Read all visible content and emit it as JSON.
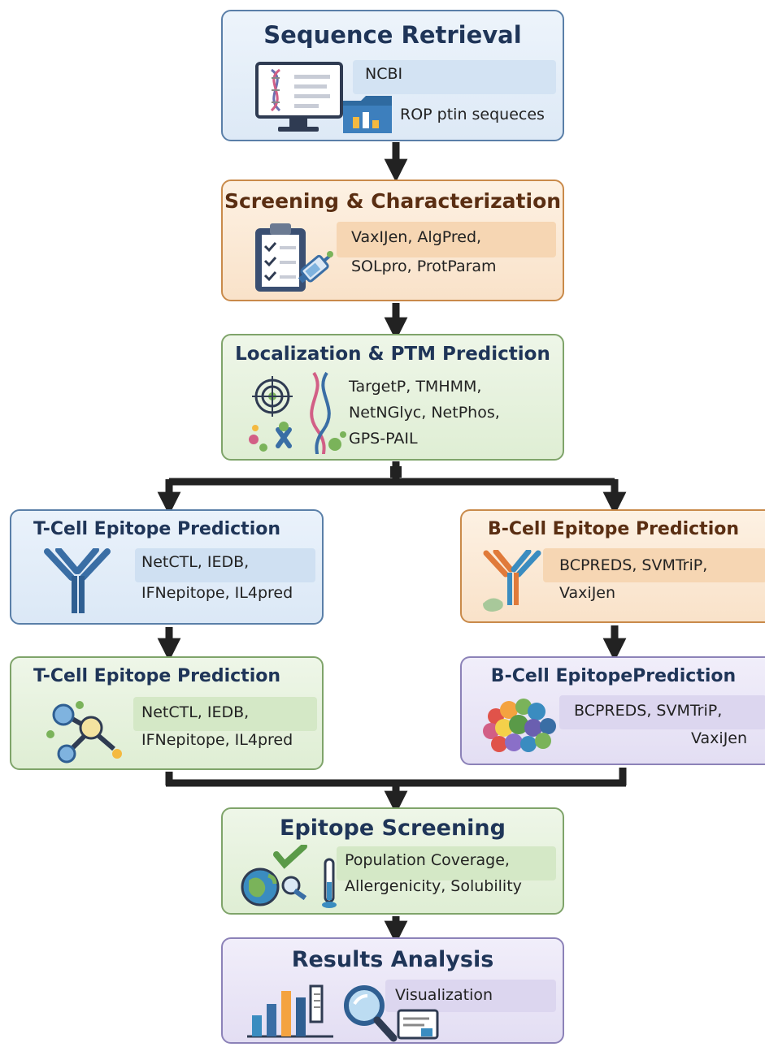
{
  "steps": {
    "sequence": {
      "title": "Sequence Retrieval",
      "lines": [
        "NCBI",
        "ROP ptin sequeces"
      ]
    },
    "screening": {
      "title": "Screening & Characterization",
      "lines": [
        "VaxIJen, AlgPred,",
        "SOLpro, ProtParam"
      ]
    },
    "localization": {
      "title": "Localization & PTM Prediction",
      "lines": [
        "TargetP, TMHMM,",
        "NetNGlyc, NetPhos,",
        "GPS-PAIL"
      ]
    },
    "tcell1": {
      "title": "T-Cell Epitope Prediction",
      "lines": [
        "NetCTL, IEDB,",
        "IFNepitope, IL4pred"
      ]
    },
    "bcell1": {
      "title": "B-Cell Epitope Prediction",
      "lines": [
        "BCPREDS, SVMTriP,",
        "VaxiJen"
      ]
    },
    "tcell2": {
      "title": "T-Cell Epitope Prediction",
      "lines": [
        "NetCTL, IEDB,",
        "IFNepitope, IL4pred"
      ]
    },
    "bcell2": {
      "title": "B-Cell EpitopePrediction",
      "lines": [
        "BCPREDS, SVMTriP,",
        "VaxiJen"
      ]
    },
    "epitope_screening": {
      "title": "Epitope Screening",
      "lines": [
        "Population Coverage,",
        "Allergenicity, Solubility"
      ]
    },
    "results": {
      "title": "Results Analysis",
      "lines": [
        "Visualization"
      ]
    }
  },
  "colors": {
    "blue_fill": "#e6f0fa",
    "blue_border": "#5a7fa8",
    "orange_fill": "#fbe9d6",
    "orange_border": "#c98a4a",
    "green_fill": "#e8f3e0",
    "green_border": "#7fa46a",
    "purple_fill": "#ebe8f6",
    "purple_border": "#8c82b8",
    "title_navy": "#1f3558",
    "title_brown": "#5a2e12",
    "arrow": "#222222"
  },
  "icons": [
    "computer-dna-icon",
    "folder-chart-icon",
    "clipboard-checklist-icon",
    "syringe-icon",
    "target-icon",
    "dna-molecules-icon",
    "antibody-icon",
    "molecule-icon",
    "protein-cluster-icon",
    "globe-check-icon",
    "test-tube-icon",
    "bar-chart-icon",
    "magnifier-icon"
  ]
}
